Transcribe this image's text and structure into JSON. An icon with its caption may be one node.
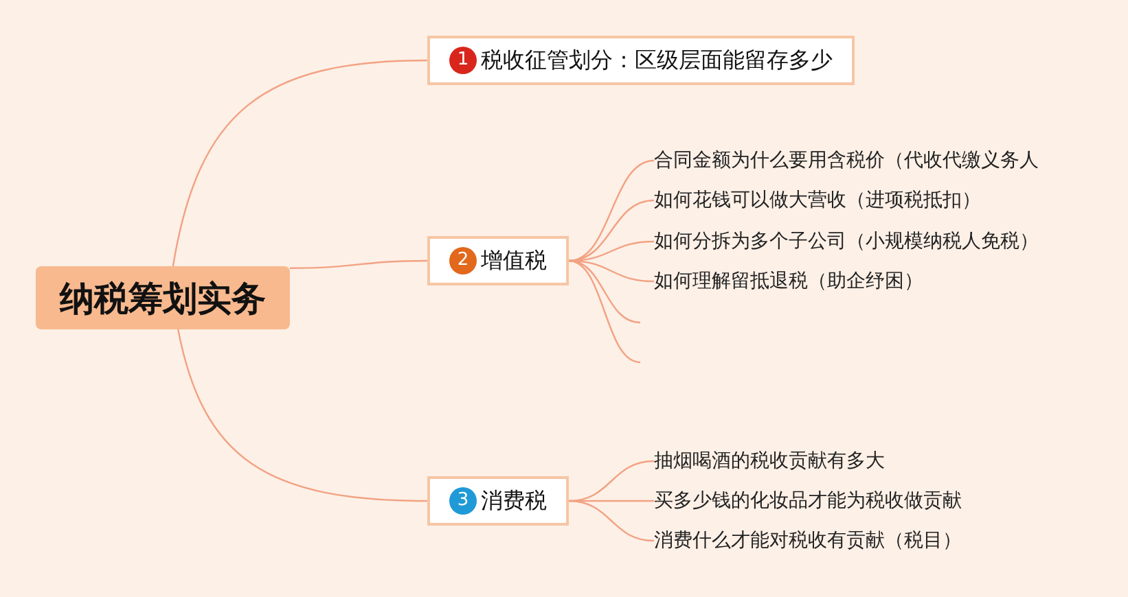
{
  "diagram": {
    "nodes": [
      {
        "text": [
          "纳税筹划实务"
        ]
      },
      {
        "text": [
          "1",
          "税收征管划分：区级层面能留存多少"
        ]
      },
      {
        "text": [
          "2",
          "增值税"
        ]
      },
      {
        "text": [
          "合同金额为什么要用含税价（代收代缴义务人"
        ]
      },
      {
        "text": [
          "如何花钱可以做大营收（进项税抵扣）"
        ]
      },
      {
        "text": [
          "如何分拆为多个子公司（小规模纳税人免税）"
        ]
      },
      {
        "text": [
          "如何理解留抵退税（助企纾困）"
        ]
      },
      {
        "text": [
          "3",
          "消费税"
        ]
      },
      {
        "text": [
          "抽烟喝酒的税收贡献有多大"
        ]
      },
      {
        "text": [
          "买多少钱的化妆品才能为税收做贡献"
        ]
      },
      {
        "text": [
          "消费什么才能对税收有贡献（税目）"
        ]
      }
    ],
    "edges": [
      {
        "from": 0,
        "to": 1,
        "arrow": "none"
      },
      {
        "from": 0,
        "to": 2,
        "arrow": "none"
      },
      {
        "from": 0,
        "to": 7,
        "arrow": "none"
      },
      {
        "from": 2,
        "to": 3,
        "arrow": "none"
      },
      {
        "from": 2,
        "to": 4,
        "arrow": "none"
      },
      {
        "from": 2,
        "to": 5,
        "arrow": "none"
      },
      {
        "from": 2,
        "to": 6,
        "arrow": "none"
      },
      {
        "from": 2,
        "to": null,
        "arrow": "none"
      },
      {
        "from": 2,
        "to": null,
        "arrow": "none"
      },
      {
        "from": 7,
        "to": 8,
        "arrow": "none"
      },
      {
        "from": 7,
        "to": 9,
        "arrow": "none"
      },
      {
        "from": 7,
        "to": 10,
        "arrow": "none"
      }
    ]
  }
}
